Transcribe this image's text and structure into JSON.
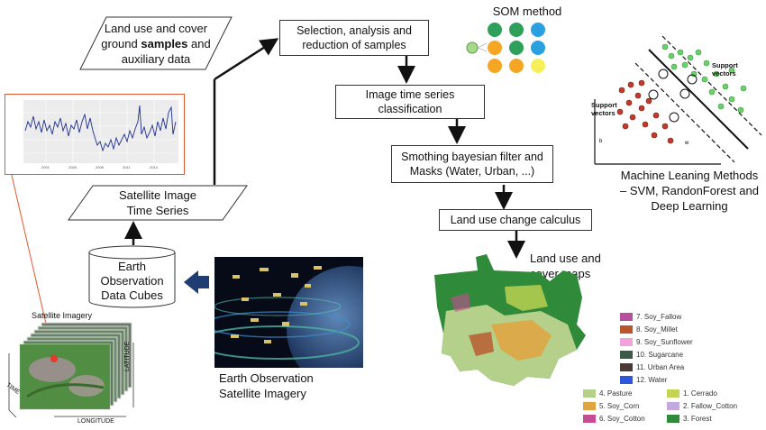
{
  "flow": {
    "samples_line1": "Land use and cover",
    "samples_line2_pre": "ground ",
    "samples_bold": "samples",
    "samples_line2_post": " and",
    "samples_line3": "auxiliary data",
    "selection_line1": "Selection, analysis and",
    "selection_line2": "reduction of samples",
    "classification_line1": "Image time series",
    "classification_line2": "classification",
    "smoothing_line1": "Smothing bayesian filter and",
    "smoothing_line2": "Masks (Water, Urban, ...)",
    "change": "Land use change calculus",
    "land_maps_line1": "Land use and",
    "land_maps_line2": "cover maps",
    "satellite_ts_line1": "Satellite Image",
    "satellite_ts_line2": "Time Series",
    "cube_line1": "Earth",
    "cube_line2": "Observation",
    "cube_line3": "Data Cubes",
    "eo_imagery_line1": "Earth Observation",
    "eo_imagery_line2": "Satellite Imagery",
    "sat_imagery_label": "Satellite Imagery",
    "time_axis": "TIME",
    "lat_axis": "LATITUDE",
    "lon_axis": "LONGITUDE"
  },
  "som": {
    "title": "SOM method"
  },
  "ml": {
    "title_line1": "Machine Leaning Methods",
    "title_line2": "– SVM, RandonForest and",
    "title_line3": "Deep Learning",
    "support_top_1": "Support",
    "support_top_2": "vectors",
    "support_left_1": "Support",
    "support_left_2": "vectors"
  },
  "legend": {
    "right_col": [
      {
        "label": "7. Soy_Fallow",
        "color": "#b84e9e"
      },
      {
        "label": "8. Soy_Millet",
        "color": "#b9552a"
      },
      {
        "label": "9. Soy_Sunflower",
        "color": "#efa3d8"
      },
      {
        "label": "10. Sugarcane",
        "color": "#3b5b47"
      },
      {
        "label": "11. Urban Area",
        "color": "#4b3a36"
      },
      {
        "label": "12. Water",
        "color": "#2f55d8"
      }
    ],
    "bottom_left": [
      {
        "label": "4. Pasture",
        "color": "#b4d08a"
      },
      {
        "label": "5. Soy_Corn",
        "color": "#e0a33f"
      },
      {
        "label": "6. Soy_Cotton",
        "color": "#c64d92"
      }
    ],
    "bottom_right": [
      {
        "label": "1. Cerrado",
        "color": "#c2d451"
      },
      {
        "label": "2. Fallow_Cotton",
        "color": "#c4a9e0"
      },
      {
        "label": "3. Forest",
        "color": "#2f8a3a"
      }
    ]
  }
}
